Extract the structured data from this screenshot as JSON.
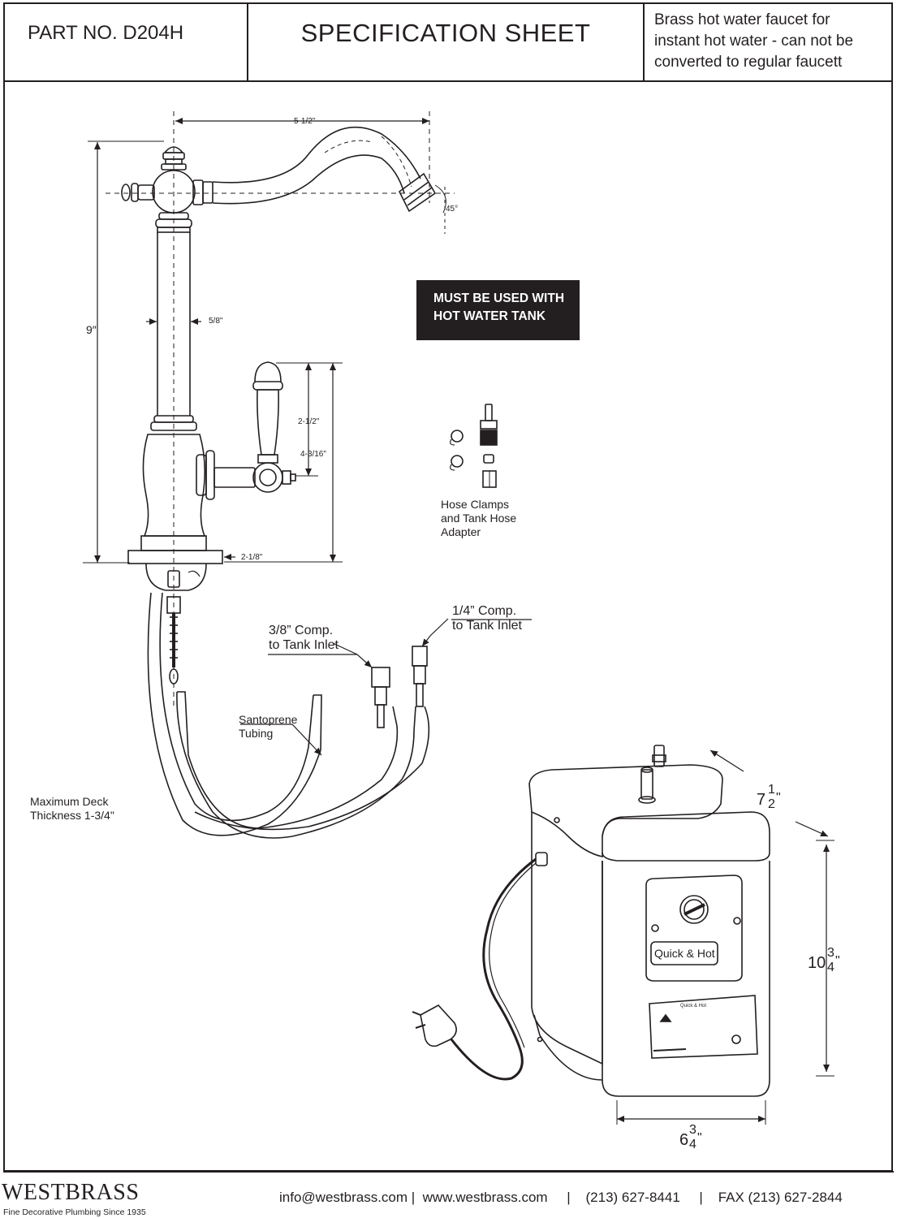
{
  "header": {
    "part_no": "PART NO.   D204H",
    "title": "SPECIFICATION SHEET",
    "description_lines": [
      "Brass hot water faucet for",
      "instant hot water - can not be",
      "converted to regular faucett"
    ]
  },
  "notice": {
    "lines": [
      "MUST BE USED WITH",
      "HOT WATER TANK"
    ]
  },
  "dimensions": {
    "spout_reach": "5-1/2\"",
    "spout_angle": "45°",
    "height": "9″",
    "body_diameter": "5/8\"",
    "handle_height": "2-1/2\"",
    "handle_total": "4-3/16\"",
    "base_width": "2-1/8\""
  },
  "labels": {
    "hose_kit": [
      "Hose Clamps",
      "and Tank Hose",
      "Adapter"
    ],
    "inlet_38": [
      "3/8” Comp.",
      "to Tank Inlet"
    ],
    "inlet_14": [
      "1/4” Comp.",
      "to Tank Inlet"
    ],
    "tubing": [
      "Santoprene",
      "Tubing"
    ],
    "deck": [
      "Maximum Deck",
      "Thickness 1-3/4\""
    ]
  },
  "tank": {
    "depth": {
      "whole": "7",
      "num": "1",
      "den": "2",
      "unit": "\""
    },
    "height": {
      "whole": "10",
      "num": "3",
      "den": "4",
      "unit": "\""
    },
    "width": {
      "whole": "6",
      "num": "3",
      "den": "4",
      "unit": "\""
    },
    "panel_brand": "Quick & Hot",
    "label_brand": "Quick & Hot"
  },
  "footer": {
    "brand": "WESTBRASS",
    "tagline": "Fine Decorative Plumbing Since 1935",
    "contact": "info@westbrass.com |  www.westbrass.com     |    (213) 627-8441     |    FAX (213) 627-2844"
  }
}
